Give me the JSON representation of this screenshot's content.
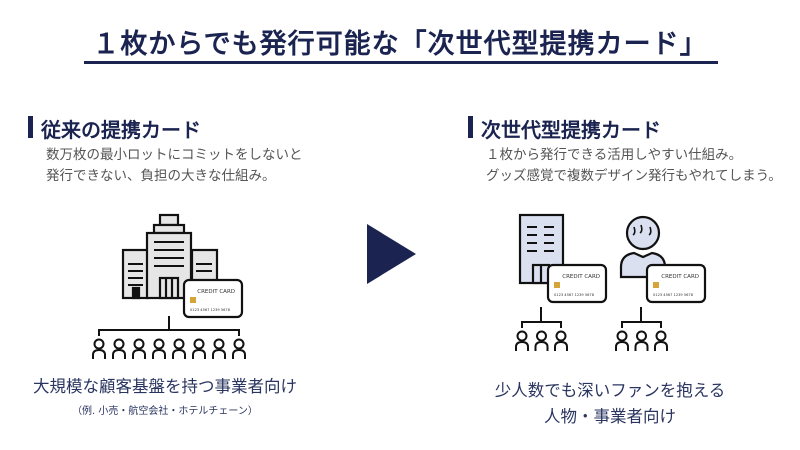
{
  "title": "１枚からでも発行可能な「次世代型提携カード」",
  "colors": {
    "navy": "#1b2450",
    "building_fill": "#e6e6e6",
    "accent_fill": "#dbe0f0",
    "chip": "#d4a63a"
  },
  "left": {
    "heading": "従来の提携カード",
    "desc_line1": "数万枚の最小ロットにコミットをしないと",
    "desc_line2": "発行できない、負担の大きな仕組み。",
    "caption": "大規模な顧客基盤を持つ事業者向け",
    "sub_caption": "（例. 小売・航空会社・ホテルチェーン）",
    "people_count": 8
  },
  "right": {
    "heading": "次世代型提携カード",
    "desc_line1": "１枚から発行できる活用しやすい仕組み。",
    "desc_line2": "グッズ感覚で複数デザイン発行もやれてしまう。",
    "caption_line1": "少人数でも深いファンを抱える",
    "caption_line2": "人物・事業者向け",
    "people_count_per_group": 3
  },
  "card": {
    "label": "CREDIT CARD",
    "number": "0123 4567 1239 5678"
  },
  "arrow_icon": "play-arrow-icon"
}
